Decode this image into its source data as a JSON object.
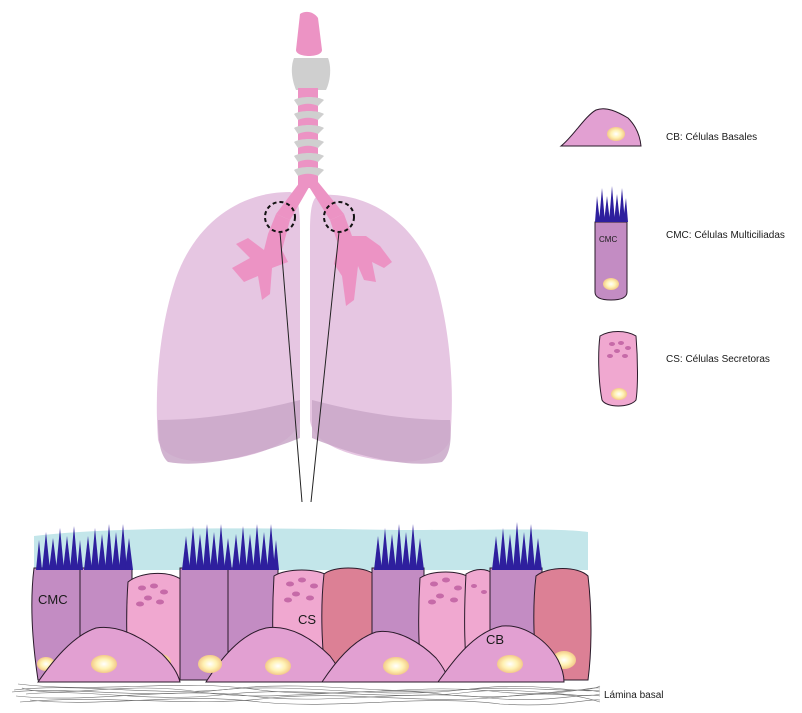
{
  "legend": {
    "basal": "CB: Células Basales",
    "ciliated": "CMC: Células Multiciliadas",
    "secretory": "CS: Células Secretoras",
    "ciliated_icon_label": "CMC"
  },
  "epithelium": {
    "cmc_label": "CMC",
    "cs_label": "CS",
    "cb_label": "CB",
    "basal_lamina": "Lámina basal"
  },
  "colors": {
    "lung": "#e6c6e2",
    "lung_shadow": "#c9a7c8",
    "airway": "#ec93c4",
    "cartilage": "#cfcfcf",
    "basal_cell": "#e2a0d2",
    "ciliated_cell": "#c38cc3",
    "secretory_cell": "#f0a8d0",
    "dark_cell": "#dc8095",
    "cilia": "#2e1f9e",
    "mucus": "#c3e6ea",
    "nucleus": "#fff3b0",
    "granule": "#c66aa8"
  }
}
